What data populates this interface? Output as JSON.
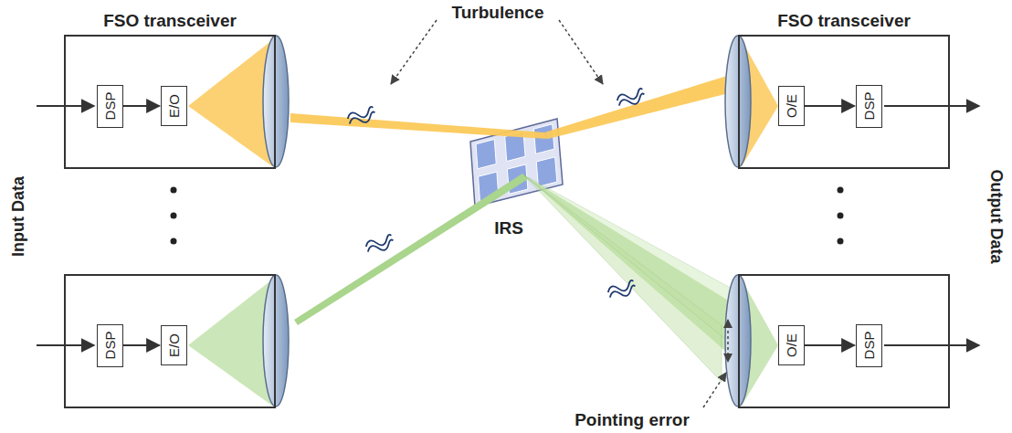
{
  "diagram": {
    "nodes": [
      {
        "text": [
          "FSO transceiver"
        ]
      },
      {
        "text": [
          "DSP"
        ],
        "in": 0
      },
      {
        "text": [
          "E/O"
        ],
        "in": 0
      },
      {
        "text": [
          "FSO transceiver"
        ]
      },
      {
        "text": [
          "O/E"
        ],
        "in": 3
      },
      {
        "text": [
          "DSP"
        ],
        "in": 3
      },
      {
        "text": []
      },
      {
        "text": [
          "DSP"
        ],
        "in": 6
      },
      {
        "text": [
          "E/O"
        ],
        "in": 6
      },
      {
        "text": []
      },
      {
        "text": [
          "O/E"
        ],
        "in": 9
      },
      {
        "text": [
          "DSP"
        ],
        "in": 9
      }
    ],
    "edges": [
      {
        "from": 1,
        "to": 2,
        "arrow": "to"
      },
      {
        "from": 4,
        "to": 5,
        "arrow": "to"
      },
      {
        "from": 7,
        "to": 8,
        "arrow": "to"
      },
      {
        "from": 10,
        "to": 11,
        "arrow": "to"
      }
    ],
    "labels": [
      "Turbulence",
      "IRS",
      "Pointing error",
      "Input Data",
      "Output Data"
    ]
  }
}
